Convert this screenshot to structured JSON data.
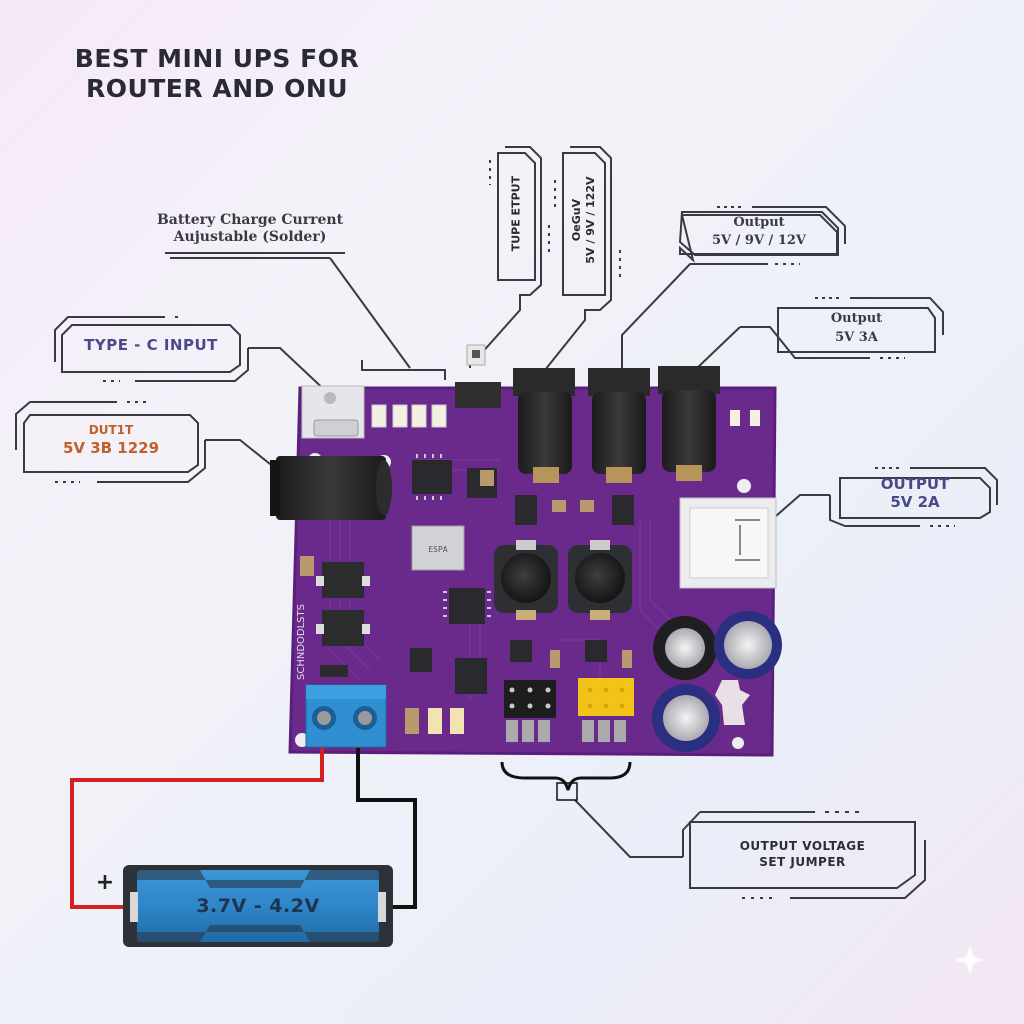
{
  "title": {
    "line1": "BEST MINI UPS FOR",
    "line2": "ROUTER AND ONU"
  },
  "callouts": {
    "battery_charge": {
      "line1": "Battery Charge Current",
      "line2": "Aujustable (Solder)"
    },
    "type_c_input": {
      "text": "TYPE - C INPUT"
    },
    "dc_input": {
      "line1": "DUT1T",
      "line2": "5V 3B 1229"
    },
    "tupe_output": {
      "text": "TUPE ETPUT"
    },
    "output_vertical": {
      "line1": "OeGuV",
      "line2": "5V / 9V / 122V"
    },
    "output_multi": {
      "line1": "Output",
      "line2": "5V / 9V / 12V"
    },
    "output_3a": {
      "line1": "Output",
      "line2": "5V 3A"
    },
    "output_usb": {
      "line1": "OUTPUT",
      "line2": "5V 2A"
    },
    "jumper": {
      "line1": "OUTPUT VOLTAGE",
      "line2": "SET JUMPER"
    }
  },
  "battery": {
    "label": "3.7V - 4.2V",
    "plus_sign": "+"
  },
  "pcb": {
    "silk_left": "SCHNDODLSTS",
    "chip_text": "ESPA"
  },
  "colors": {
    "pcb": "#6a2a8c",
    "pcb_dark": "#4d1a68",
    "type_c_text": "#4a4a8a",
    "dc_input_text": "#c0602a",
    "output_usb_text": "#4a4a8a",
    "battery_blue": "#2f86c9",
    "wire_red": "#d42020",
    "wire_black": "#111111",
    "terminal_blue": "#2f8fd0",
    "jumper_yellow": "#f2c418"
  }
}
